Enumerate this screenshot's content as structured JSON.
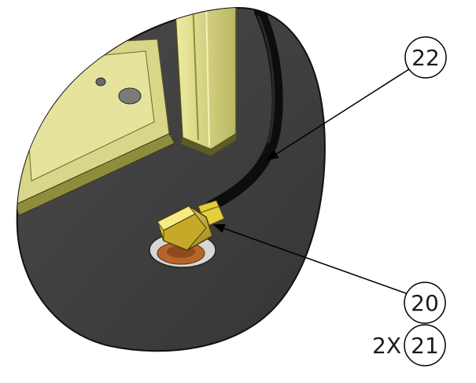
{
  "callouts": [
    {
      "id": "22",
      "label": "22",
      "prefix": ""
    },
    {
      "id": "20",
      "label": "20",
      "prefix": ""
    },
    {
      "id": "21",
      "label": "21",
      "prefix": "2X"
    }
  ],
  "colors": {
    "background": "#ffffff",
    "detail_surface": "#3f3f3f",
    "detail_outline": "#111111",
    "rail_yellow": "#d8d585",
    "rail_shadow": "#8f8c3d",
    "hose": "#101010",
    "fitting_brass": "#e3cf3d",
    "fitting_shadow": "#8a7417",
    "copper_washer": "#b7642b",
    "leader_line": "#000000"
  },
  "icons": {
    "balloon": "circle-callout",
    "leader": "arrow-leader"
  }
}
